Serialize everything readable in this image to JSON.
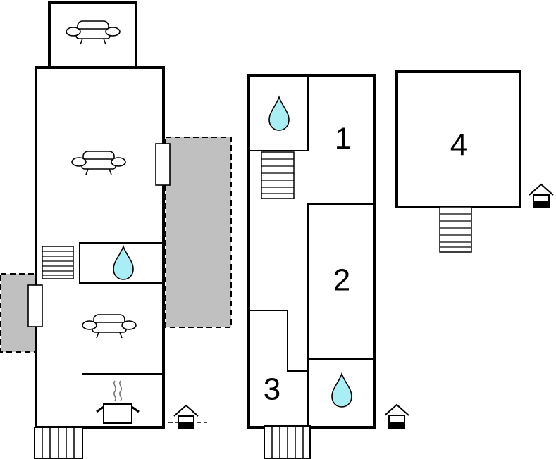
{
  "rooms": [
    {
      "label": "1"
    },
    {
      "label": "2"
    },
    {
      "label": "3"
    },
    {
      "label": "4"
    }
  ],
  "colors": {
    "wall": "#000000",
    "terrace_fill": "#c0c0c0",
    "water": "#a8eef4",
    "background": "#ffffff"
  },
  "icons": [
    "sofa-icon",
    "water-drop-icon",
    "stairs-icon",
    "cooking-pot-icon",
    "house-level-icon",
    "door-icon"
  ]
}
